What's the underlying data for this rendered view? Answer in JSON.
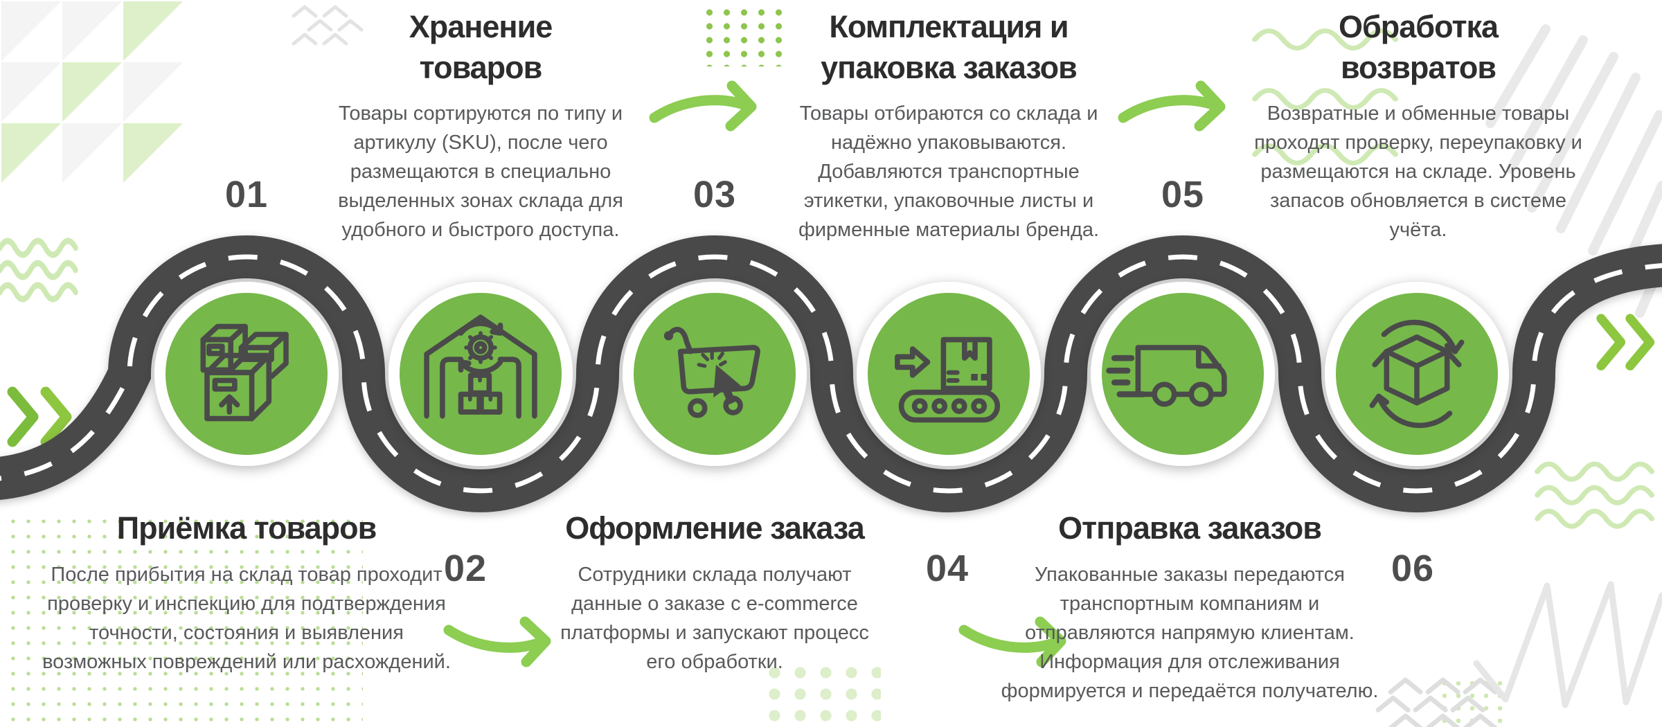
{
  "title_meta": "Инфографика процесса складской логистики",
  "steps": [
    {
      "number": "01",
      "title": "Приёмка товаров",
      "icon": "boxes-icon",
      "description": "После прибытия на склад товар проходит проверку и инспекцию для подтверждения точности, состояния и выявления возможных повреждений или расхождений."
    },
    {
      "number": "02",
      "title": "Хранение товаров",
      "icon": "warehouse-icon",
      "description": "Товары сортируются по типу и артикулу (SKU), после чего размещаются в специально выделенных зонах склада для удобного и быстрого доступа."
    },
    {
      "number": "03",
      "title": "Оформление заказа",
      "icon": "cart-icon",
      "description": "Сотрудники склада получают данные о заказе с e-commerce платформы и запускают процесс его обработки."
    },
    {
      "number": "04",
      "title": "Комплектация и упаковка заказов",
      "icon": "conveyor-icon",
      "description": "Товары отбираются со склада и надёжно упаковываются. Добавляются транспортные этикетки, упаковочные листы и фирменные материалы бренда."
    },
    {
      "number": "05",
      "title": "Отправка заказов",
      "icon": "truck-icon",
      "description": "Упакованные заказы передаются транспортным компаниям и отправляются напрямую клиентам. Информация для отслеживания формируется и передаётся получателю."
    },
    {
      "number": "06",
      "title": "Обработка возвратов",
      "icon": "returns-icon",
      "description": "Возвратные и обменные товары проходят проверку, переупаковку и размещаются на складе. Уровень запасов обновляется в системе учёта."
    }
  ],
  "colors": {
    "road": "#494949",
    "road_line": "#ffffff",
    "circle_fill": "#76b84a",
    "icon_stroke": "#4a4a4a",
    "accent_arrow": "#8ccd52",
    "chevron_green": "#8dc63f",
    "title_text": "#2d2d2d",
    "body_text": "#58595b",
    "number_text": "#4d4d4d",
    "decor_green_light": "#cfe9b4",
    "decor_green_pale": "#def0c9",
    "decor_gray": "#e3e3e3"
  }
}
